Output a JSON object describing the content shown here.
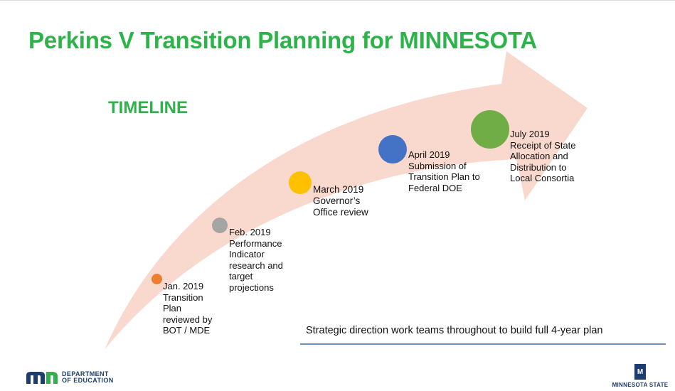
{
  "slide": {
    "title": "Perkins V Transition Planning for MINNESOTA",
    "subtitle": "TIMELINE",
    "strategic_note": "Strategic direction work teams throughout to build full 4-year plan"
  },
  "colors": {
    "title_green": "#2db34a",
    "arrow_fill": "#f8d5c8",
    "rule_blue": "#6d8fb8"
  },
  "milestones": [
    {
      "color": "#ed7d31",
      "text": "Jan. 2019\nTransition\nPlan\nreviewed by\nBOT / MDE"
    },
    {
      "color": "#a5a5a5",
      "text": "Feb. 2019\nPerformance\nIndicator\nresearch and\ntarget\nprojections"
    },
    {
      "color": "#ffc000",
      "text": "March 2019\nGovernor’s\nOffice review"
    },
    {
      "color": "#4472c4",
      "text": "April 2019\nSubmission of\nTransition Plan to\nFederal DOE"
    },
    {
      "color": "#70ad47",
      "text": "July 2019\nReceipt of State\nAllocation and\nDistribution to\nLocal Consortia"
    }
  ],
  "logos": {
    "mde_line1": "DEPARTMENT",
    "mde_line2": "OF EDUCATION",
    "mn_state": "MINNESOTA STATE",
    "mn_state_badge": "M"
  }
}
